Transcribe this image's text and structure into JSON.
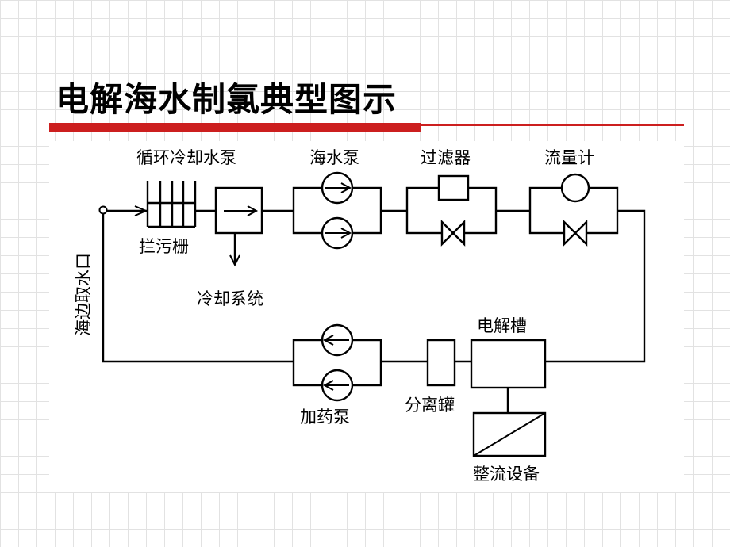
{
  "slide": {
    "title": "电解海水制氯典型图示"
  },
  "colors": {
    "accent": "#cc1f1f",
    "grid": "#e2e2e2",
    "line": "#000000"
  },
  "labels": {
    "circulating_pump": "循环冷却水泵",
    "seawater_pump": "海水泵",
    "filter": "过滤器",
    "flowmeter": "流量计",
    "screen": "拦污栅",
    "cooling_system": "冷却系统",
    "intake": "海边取水口",
    "electrolyzer": "电解槽",
    "dosing_pump": "加药泵",
    "separator": "分离罐",
    "rectifier": "整流设备"
  },
  "icons": [
    "pump-circle-arrow-icon",
    "valve-bowtie-icon",
    "flowmeter-circle-icon",
    "screen-bars-icon",
    "rectifier-diagonal-icon"
  ]
}
